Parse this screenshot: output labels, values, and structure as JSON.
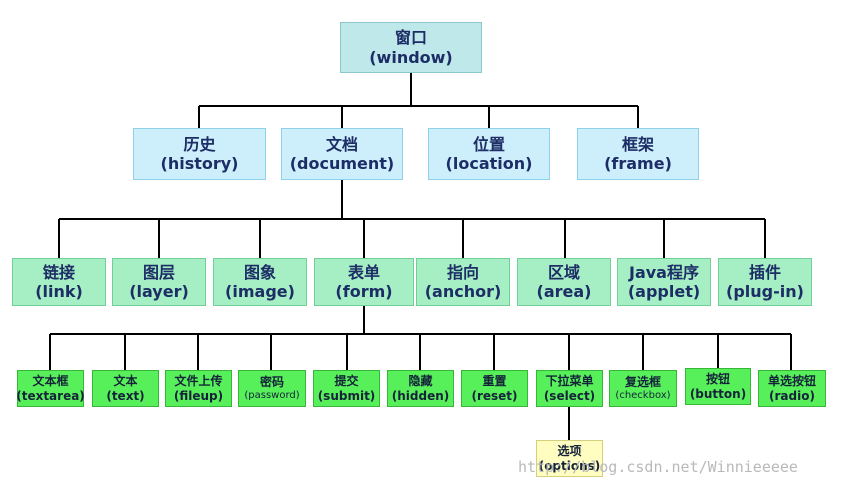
{
  "window": {
    "zh": "窗口",
    "en": "(window)"
  },
  "level1": [
    {
      "zh": "历史",
      "en": "(history)"
    },
    {
      "zh": "文档",
      "en": "(document)"
    },
    {
      "zh": "位置",
      "en": "(location)"
    },
    {
      "zh": "框架",
      "en": "(frame)"
    }
  ],
  "level2": [
    {
      "zh": "链接",
      "en": "(link)"
    },
    {
      "zh": "图层",
      "en": "(layer)"
    },
    {
      "zh": "图象",
      "en": "(image)"
    },
    {
      "zh": "表单",
      "en": "(form)"
    },
    {
      "zh": "指向",
      "en": "(anchor)"
    },
    {
      "zh": "区域",
      "en": "(area)"
    },
    {
      "zh": "Java程序",
      "en": "(applet)"
    },
    {
      "zh": "插件",
      "en": "(plug-in)"
    }
  ],
  "level3": [
    {
      "zh": "文本框",
      "en": "(textarea)"
    },
    {
      "zh": "文本",
      "en": "(text)"
    },
    {
      "zh": "文件上传",
      "en": "(fileup)"
    },
    {
      "zh": "密码",
      "en": "(password)"
    },
    {
      "zh": "提交",
      "en": "(submit)"
    },
    {
      "zh": "隐藏",
      "en": "(hidden)"
    },
    {
      "zh": "重置",
      "en": "(reset)"
    },
    {
      "zh": "下拉菜单",
      "en": "(select)"
    },
    {
      "zh": "复选框",
      "en": "(checkbox)"
    },
    {
      "zh": "按钮",
      "en": "(button)"
    },
    {
      "zh": "单选按钮",
      "en": "(radio)"
    }
  ],
  "level4": [
    {
      "zh": "选项",
      "en": "(options)"
    }
  ],
  "watermark": "http://blog.csdn.net/Winnieeeee"
}
